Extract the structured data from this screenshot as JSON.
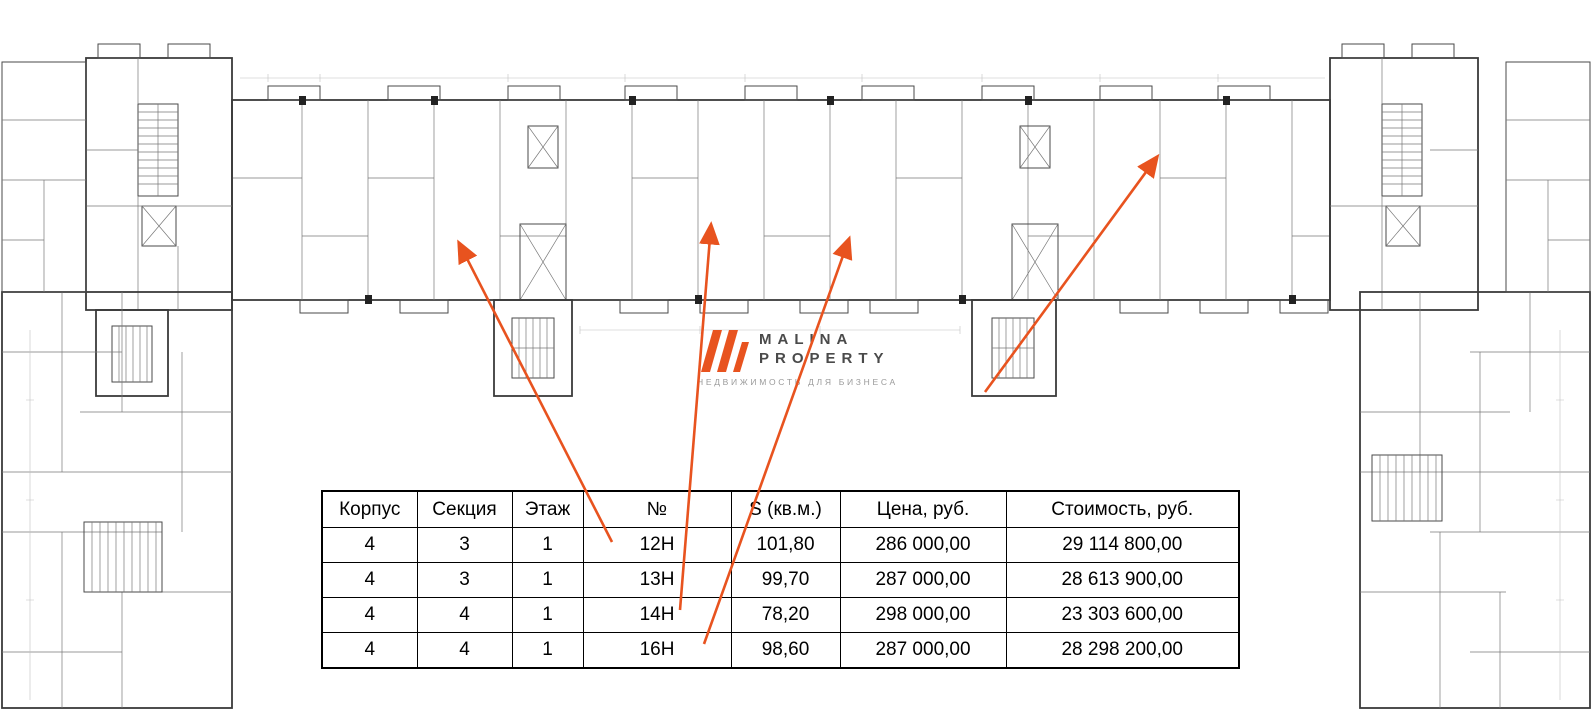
{
  "logo": {
    "brand_line1": "MALINA",
    "brand_line2": "PROPERTY",
    "tagline": "НЕДВИЖИМОСТЬ ДЛЯ БИЗНЕСА"
  },
  "table": {
    "headers": [
      "Корпус",
      "Секция",
      "Этаж",
      "№",
      "S (кв.м.)",
      "Цена, руб.",
      "Стоимость, руб."
    ],
    "rows": [
      [
        "4",
        "3",
        "1",
        "12Н",
        "101,80",
        "286 000,00",
        "29 114 800,00"
      ],
      [
        "4",
        "3",
        "1",
        "13Н",
        "99,70",
        "287 000,00",
        "28 613 900,00"
      ],
      [
        "4",
        "4",
        "1",
        "14Н",
        "78,20",
        "298 000,00",
        "23 303 600,00"
      ],
      [
        "4",
        "4",
        "1",
        "16Н",
        "98,60",
        "287 000,00",
        "28 298 200,00"
      ]
    ]
  },
  "colors": {
    "arrow": "#e8531f",
    "logo_accent": "#e8531f",
    "plan_line": "#3a3a3a",
    "table_border": "#000000"
  }
}
